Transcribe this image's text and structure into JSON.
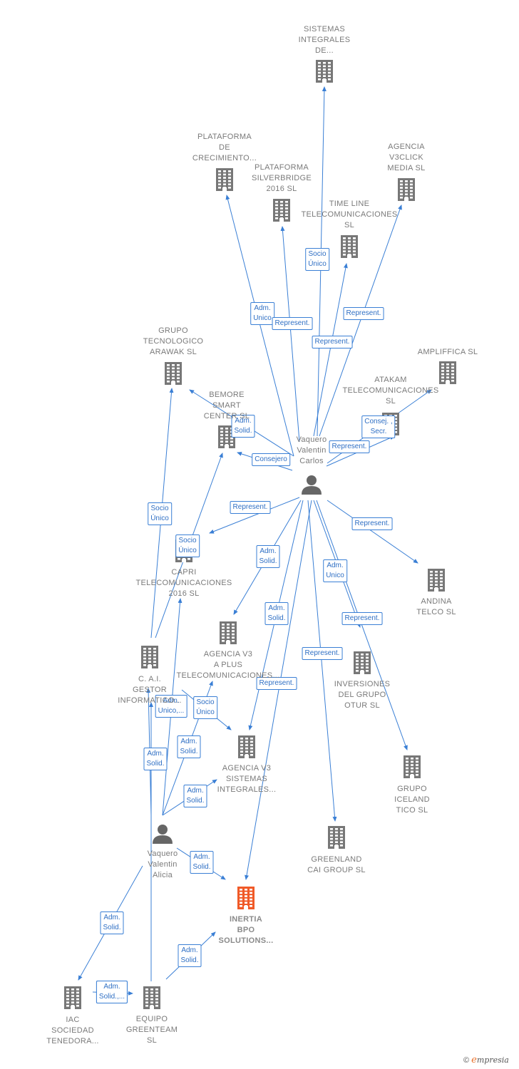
{
  "nodes": {
    "sistemas": {
      "label": "SISTEMAS\nINTEGRALES\nDE...",
      "kind": "company"
    },
    "plataforma_crec": {
      "label": "PLATAFORMA\nDE\nCRECIMIENTO...",
      "kind": "company"
    },
    "plataforma_silver": {
      "label": "PLATAFORMA\nSILVERBRIDGE\n2016  SL",
      "kind": "company"
    },
    "agencia_v3click": {
      "label": "AGENCIA\nV3CLICK\nMEDIA  SL",
      "kind": "company"
    },
    "timeline": {
      "label": "TIME LINE\nTELECOMUNICACIONES\nSL",
      "kind": "company"
    },
    "grupo_tecno": {
      "label": "GRUPO\nTECNOLOGICO\nARAWAK  SL",
      "kind": "company"
    },
    "ampliffica": {
      "label": "AMPLIFFICA SL",
      "kind": "company"
    },
    "atakam": {
      "label": "ATAKAM\nTELECOMUNICACIONES\nSL",
      "kind": "company"
    },
    "bemore": {
      "label": "BEMORE\nSMART\nCENTER  SL",
      "kind": "company"
    },
    "vaquero_carlos": {
      "label": "Vaquero\nValentin\nCarlos",
      "kind": "person"
    },
    "capri": {
      "label": "CAPRI\nTELECOMUNICACIONES\n2016  SL",
      "kind": "company"
    },
    "andina": {
      "label": "ANDINA\nTELCO  SL",
      "kind": "company"
    },
    "agencia_aplus": {
      "label": "AGENCIA V3\nA PLUS\nTELECOMUNICACIONES...",
      "kind": "company"
    },
    "cai": {
      "label": "C. A.I.\nGESTOR\nINFORMATICO...",
      "kind": "company"
    },
    "inversiones": {
      "label": "INVERSIONES\nDEL GRUPO\nOTUR  SL",
      "kind": "company"
    },
    "agencia_sis": {
      "label": "AGENCIA V3\nSISTEMAS\nINTEGRALES...",
      "kind": "company"
    },
    "grupo_iceland": {
      "label": "GRUPO\nICELAND\nTICO  SL",
      "kind": "company"
    },
    "greenland": {
      "label": "GREENLAND\nCAI GROUP  SL",
      "kind": "company"
    },
    "vaquero_alicia": {
      "label": "Vaquero\nValentin\nAlicia",
      "kind": "person"
    },
    "inertia": {
      "label": "INERTIA\nBPO\nSOLUTIONS...",
      "kind": "main"
    },
    "iac": {
      "label": "IAC\nSOCIEDAD\nTENEDORA...",
      "kind": "company"
    },
    "equipo": {
      "label": "EQUIPO\nGREENTEAM\nSL",
      "kind": "company"
    }
  },
  "edges": [
    {
      "from": "vaquero_carlos",
      "to": "sistemas",
      "label": "Socio\nÚnico"
    },
    {
      "from": "vaquero_carlos",
      "to": "plataforma_crec",
      "label": "Adm.\nUnico"
    },
    {
      "from": "vaquero_carlos",
      "to": "plataforma_silver",
      "label": "Represent."
    },
    {
      "from": "vaquero_carlos",
      "to": "timeline",
      "label": "Represent."
    },
    {
      "from": "vaquero_carlos",
      "to": "agencia_v3click",
      "label": "Represent."
    },
    {
      "from": "vaquero_carlos",
      "to": "ampliffica",
      "label": "Consej. ,\nSecr."
    },
    {
      "from": "vaquero_carlos",
      "to": "atakam",
      "label": "Represent."
    },
    {
      "from": "vaquero_carlos",
      "to": "grupo_tecno",
      "label": "Adm.\nSolid."
    },
    {
      "from": "vaquero_carlos",
      "to": "bemore",
      "label": "Consejero"
    },
    {
      "from": "vaquero_carlos",
      "to": "capri",
      "label": "Represent."
    },
    {
      "from": "vaquero_carlos",
      "to": "andina",
      "label": "Represent."
    },
    {
      "from": "vaquero_carlos",
      "to": "agencia_aplus",
      "label": "Adm.\nSolid."
    },
    {
      "from": "vaquero_carlos",
      "to": "inversiones",
      "label": "Adm.\nUnico"
    },
    {
      "from": "vaquero_carlos",
      "to": "grupo_iceland",
      "label": "Represent."
    },
    {
      "from": "vaquero_carlos",
      "to": "agencia_sis",
      "label": "Adm.\nSolid."
    },
    {
      "from": "vaquero_carlos",
      "to": "greenland",
      "label": "Represent."
    },
    {
      "from": "vaquero_carlos",
      "to": "inertia",
      "label": "Represent."
    },
    {
      "from": "cai",
      "to": "grupo_tecno",
      "label": "Socio\nÚnico"
    },
    {
      "from": "cai",
      "to": "bemore",
      "label": "Socio\nÚnico"
    },
    {
      "from": "cai",
      "to": "agencia_sis",
      "label": "Adm.\nUnico,..."
    },
    {
      "from": "vaquero_alicia",
      "to": "capri",
      "label": "Adm.\nSolid."
    },
    {
      "from": "vaquero_alicia",
      "to": "agencia_aplus",
      "label": "Socio\nÚnico"
    },
    {
      "from": "vaquero_alicia",
      "to": "agencia_sis",
      "label": "Adm.\nSolid."
    },
    {
      "from": "vaquero_alicia",
      "to": "cai",
      "label": "Adm.\nSolid."
    },
    {
      "from": "vaquero_alicia",
      "to": "inertia",
      "label": "Adm.\nSolid."
    },
    {
      "from": "vaquero_alicia",
      "to": "iac",
      "label": "Adm.\nSolid."
    },
    {
      "from": "equipo",
      "to": "cai",
      "label": "Adm.\nSolid.,..."
    },
    {
      "from": "equipo",
      "to": "inertia",
      "label": "Adm.\nSolid."
    },
    {
      "from": "iac",
      "to": "equipo",
      "label": "Adm.\nSolid.,..."
    }
  ],
  "colors": {
    "edge": "#3a7fd5",
    "company_icon": "#777777",
    "main_icon": "#f05a28",
    "person_icon": "#666666"
  },
  "footer": {
    "copyright": "©",
    "brand_e": "e",
    "brand_rest": "mpresia"
  }
}
